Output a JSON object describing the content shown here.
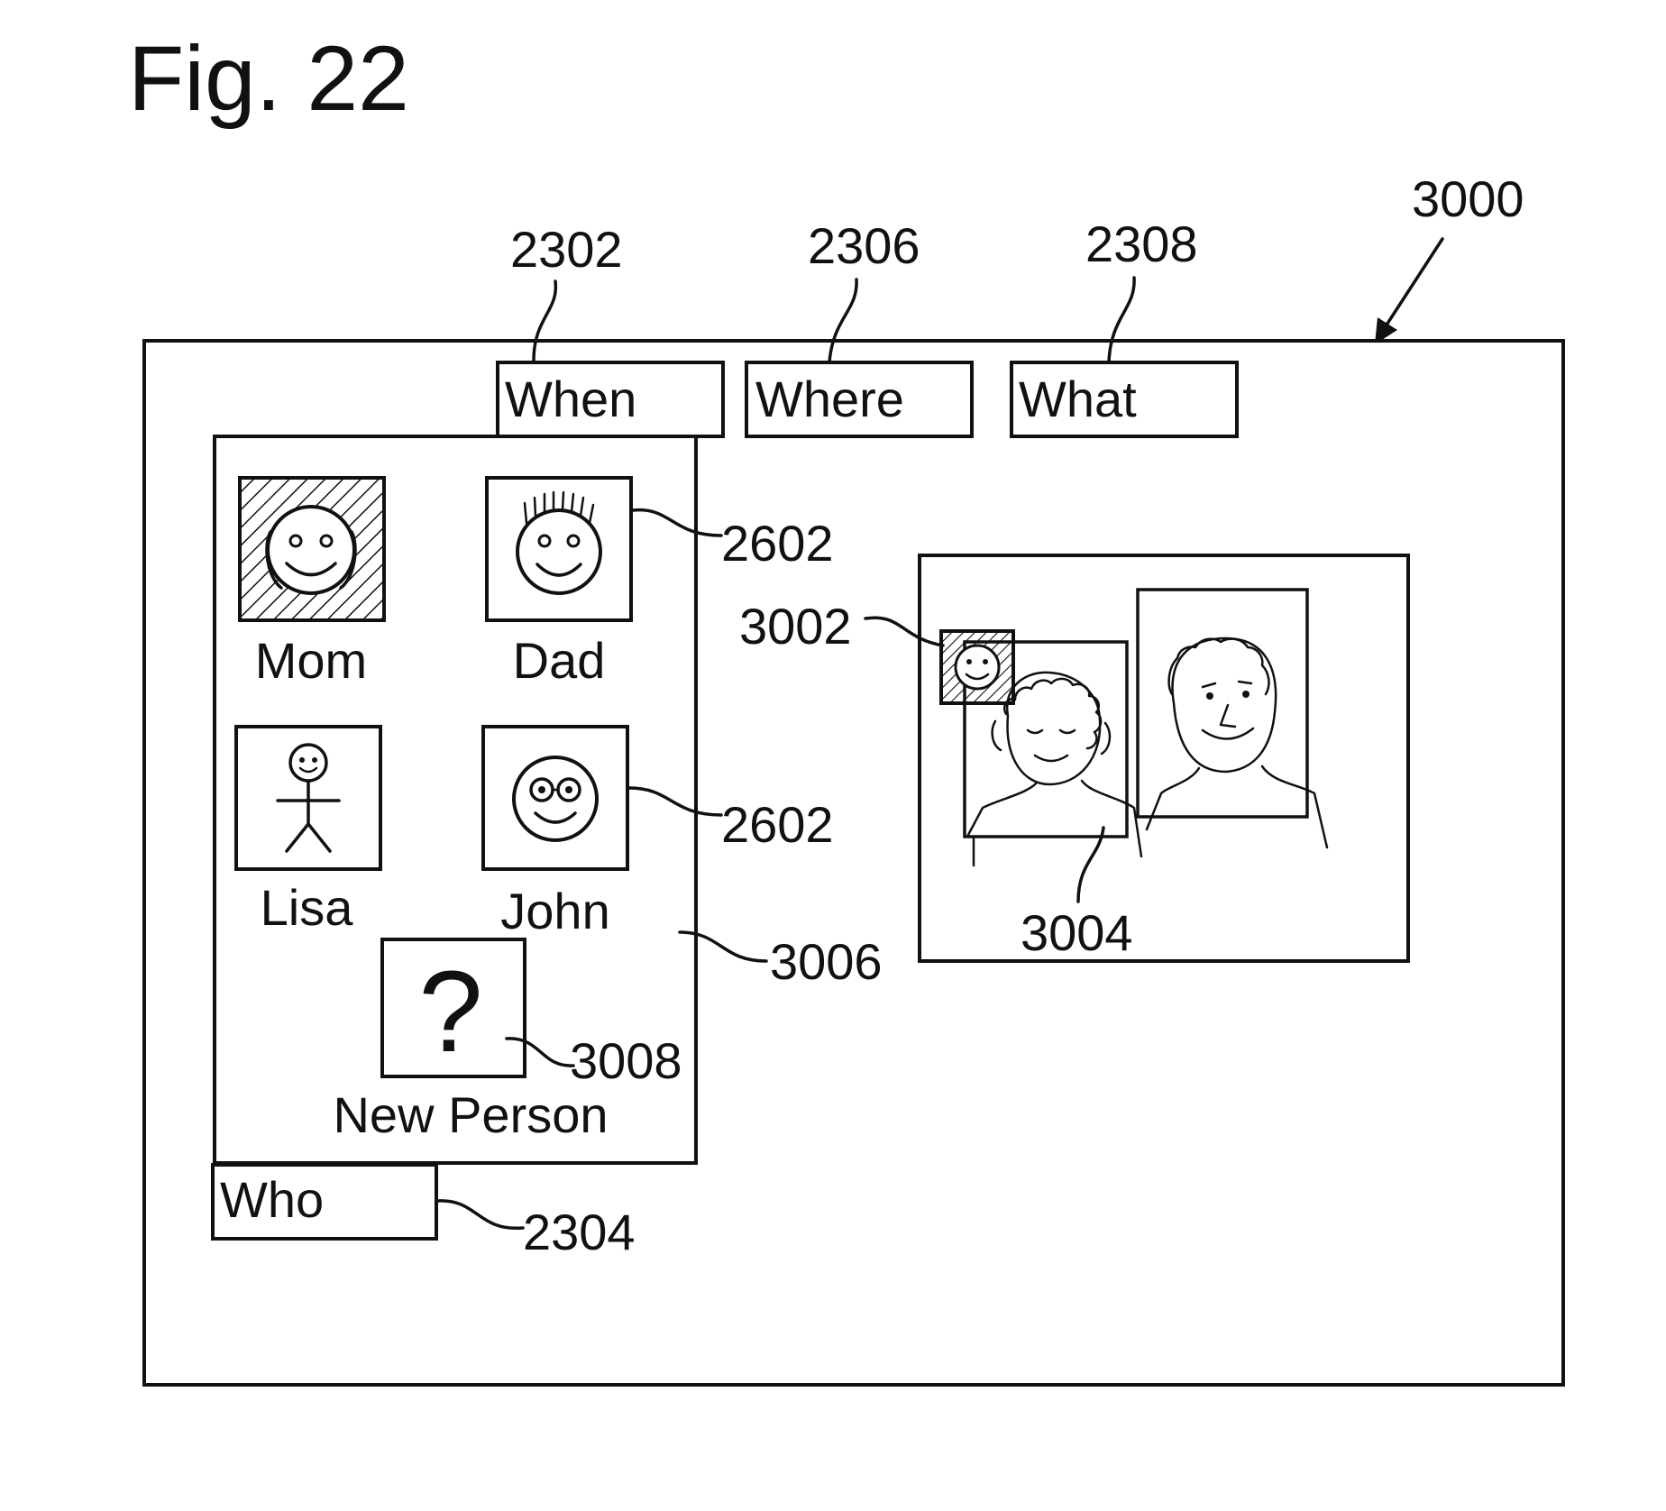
{
  "figure": {
    "title": "Fig. 22"
  },
  "refs": {
    "window": "3000",
    "when_tab": "2302",
    "where_tab": "2306",
    "what_tab": "2308",
    "dad_icon": "2602",
    "john_icon": "2602",
    "selected_icon": "3002",
    "who_panel": "3006",
    "new_person": "3008",
    "photo_face": "3004",
    "who_tab": "2304"
  },
  "tabs": {
    "when": "When",
    "where": "Where",
    "what": "What",
    "who": "Who"
  },
  "people": {
    "mom": "Mom",
    "dad": "Dad",
    "lisa": "Lisa",
    "john": "John",
    "new_person": "New Person"
  },
  "new_person_glyph": "?",
  "icons": [
    "hatched-face-icon",
    "spiky-hair-face-icon",
    "stick-figure-icon",
    "glasses-face-icon",
    "question-mark-icon",
    "tag-face-icon",
    "arrow-icon"
  ]
}
